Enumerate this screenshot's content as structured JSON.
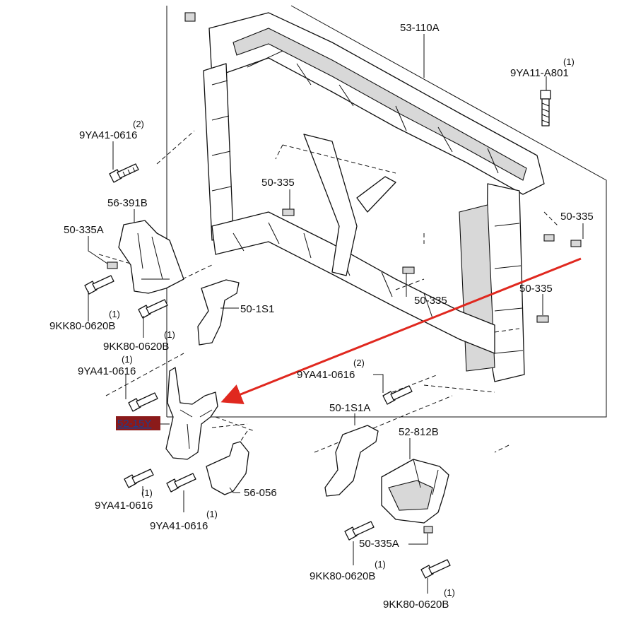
{
  "highlight_color": "#8b1a1a",
  "arrow_color": "#e0281f",
  "labels": {
    "p53_110a": "53-110A",
    "p9ya11_a801": "9YA11-A801",
    "p9ya11_a801_qty": "(1)",
    "p9ya41_0616_a": "9YA41-0616",
    "p9ya41_0616_a_qty": "(2)",
    "p50_335_a": "50-335",
    "p56_391b": "56-391B",
    "p50_335a_a": "50-335A",
    "p50_335_b": "50-335",
    "p50_335_c": "50-335",
    "p50_335_d": "50-335",
    "p50_1s1": "50-1S1",
    "p9kk80_a": "9KK80-0620B",
    "p9kk80_a_qty": "(1)",
    "p9kk80_b": "9KK80-0620B",
    "p9kk80_b_qty": "(1)",
    "p9ya41_0616_b": "9YA41-0616",
    "p9ya41_0616_b_qty": "(1)",
    "p9ya41_0616_c": "9YA41-0616",
    "p9ya41_0616_c_qty": "(2)",
    "p52_15y": "52-15Y",
    "p50_1s1a": "50-1S1A",
    "p52_812b": "52-812B",
    "p56_056": "56-056",
    "p9ya41_0616_d": "9YA41-0616",
    "p9ya41_0616_d_qty": "(1)",
    "p9ya41_0616_e": "9YA41-0616",
    "p9ya41_0616_e_qty": "(1)",
    "p50_335a_b": "50-335A",
    "p9kk80_c": "9KK80-0620B",
    "p9kk80_c_qty": "(1)",
    "p9kk80_d": "9KK80-0620B",
    "p9kk80_d_qty": "(1)"
  }
}
